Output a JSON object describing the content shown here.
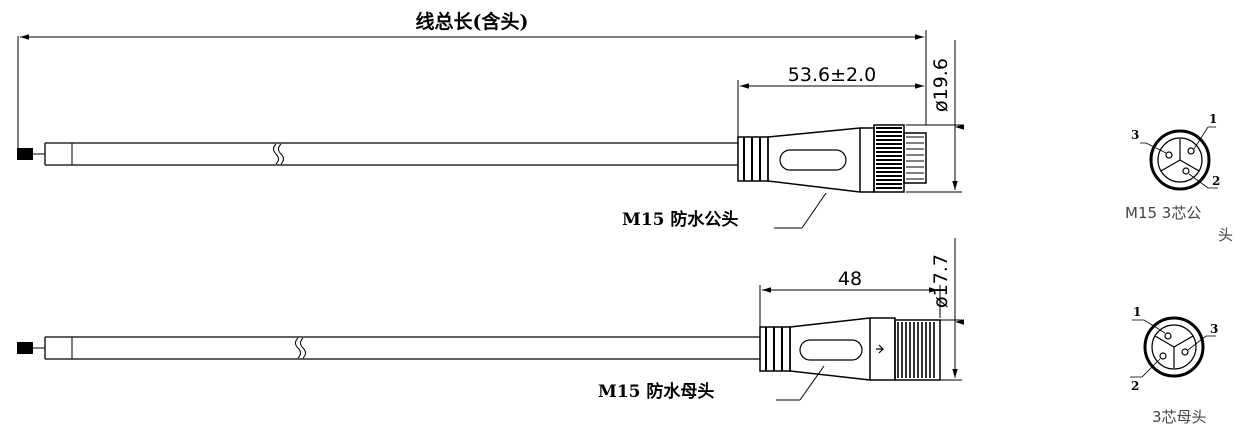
{
  "overall_length_label": "线总长(含头)",
  "male": {
    "length_dim": "53.6±2.0",
    "diameter_dim": "ø19.6",
    "label": "M15 防水公头"
  },
  "female": {
    "length_dim": "48",
    "diameter_dim": "ø17.7",
    "label": "M15 防水母头"
  },
  "pinout_male": {
    "pins": [
      "1",
      "2",
      "3"
    ],
    "caption_line1": "M15 3芯公",
    "caption_line2": "头"
  },
  "pinout_female": {
    "pins": [
      "1",
      "2",
      "3"
    ],
    "caption": "3芯母头"
  }
}
